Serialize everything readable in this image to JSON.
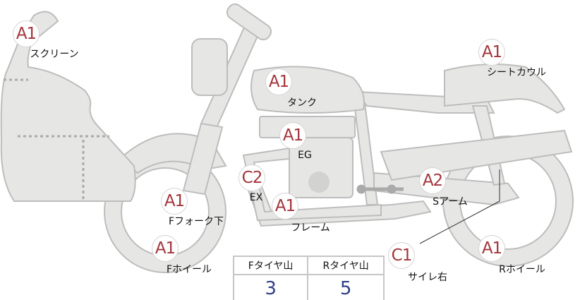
{
  "parts": [
    {
      "id": "screen",
      "grade": "A1",
      "label": "スクリーン"
    },
    {
      "id": "tank",
      "grade": "A1",
      "label": "タンク"
    },
    {
      "id": "eg",
      "grade": "A1",
      "label": "EG"
    },
    {
      "id": "ex",
      "grade": "C2",
      "label": "EX"
    },
    {
      "id": "ffork",
      "grade": "A1",
      "label": "Fフォーク下"
    },
    {
      "id": "frame",
      "grade": "A1",
      "label": "フレーム"
    },
    {
      "id": "sarm",
      "grade": "A2",
      "label": "Sアーム"
    },
    {
      "id": "seatcowl",
      "grade": "A1",
      "label": "シートカウル"
    },
    {
      "id": "fwheel",
      "grade": "A1",
      "label": "Fホイール"
    },
    {
      "id": "muffler",
      "grade": "C1",
      "label": "サイレ右"
    },
    {
      "id": "rwheel",
      "grade": "A1",
      "label": "Rホイール"
    }
  ],
  "tire_table": {
    "headers": [
      "Fタイヤ山",
      "Rタイヤ山"
    ],
    "values": [
      "3",
      "5"
    ]
  },
  "colors": {
    "grade": "#a3353b",
    "value": "#2f3f85",
    "part_fill": "#e6e6e5",
    "part_stroke": "#bdbdbd"
  }
}
